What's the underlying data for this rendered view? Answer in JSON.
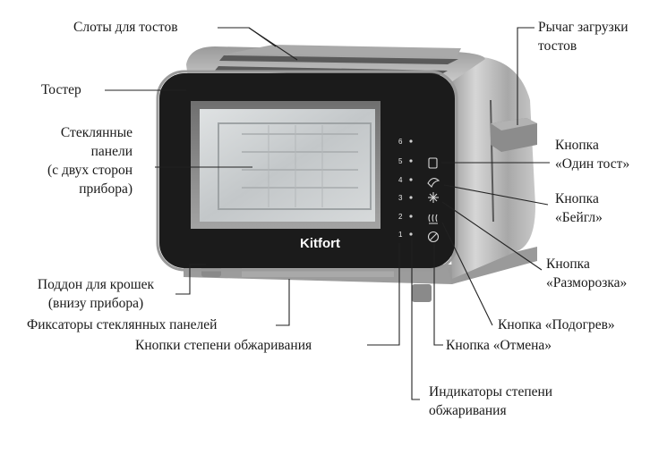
{
  "labels": {
    "slots": "Слоты для тостов",
    "toaster": "Тостер",
    "glass_l1": "Стеклянные",
    "glass_l2": "панели",
    "glass_l3": "(с двух сторон",
    "glass_l4": "прибора)",
    "crumb_l1": "Поддон для крошек",
    "crumb_l2": "(внизу прибора)",
    "latches": "Фиксаторы стеклянных панелей",
    "browning_buttons": "Кнопки степени обжаривания",
    "lever_l1": "Рычаг загрузки",
    "lever_l2": "тостов",
    "one_toast_l1": "Кнопка",
    "one_toast_l2": "«Один тост»",
    "bagel_l1": "Кнопка",
    "bagel_l2": "«Бейгл»",
    "defrost_l1": "Кнопка",
    "defrost_l2": "«Разморозка»",
    "reheat": "Кнопка «Подогрев»",
    "cancel": "Кнопка «Отмена»",
    "indicators_l1": "Индикаторы степени",
    "indicators_l2": "обжаривания"
  },
  "device": {
    "brand": "Kitfort",
    "levels": [
      "6",
      "5",
      "4",
      "3",
      "2",
      "1"
    ]
  },
  "colors": {
    "leader": "#222222",
    "panel": "#1b1b1b",
    "body": "#b9b9b9",
    "glass": "#cfd2d3"
  }
}
